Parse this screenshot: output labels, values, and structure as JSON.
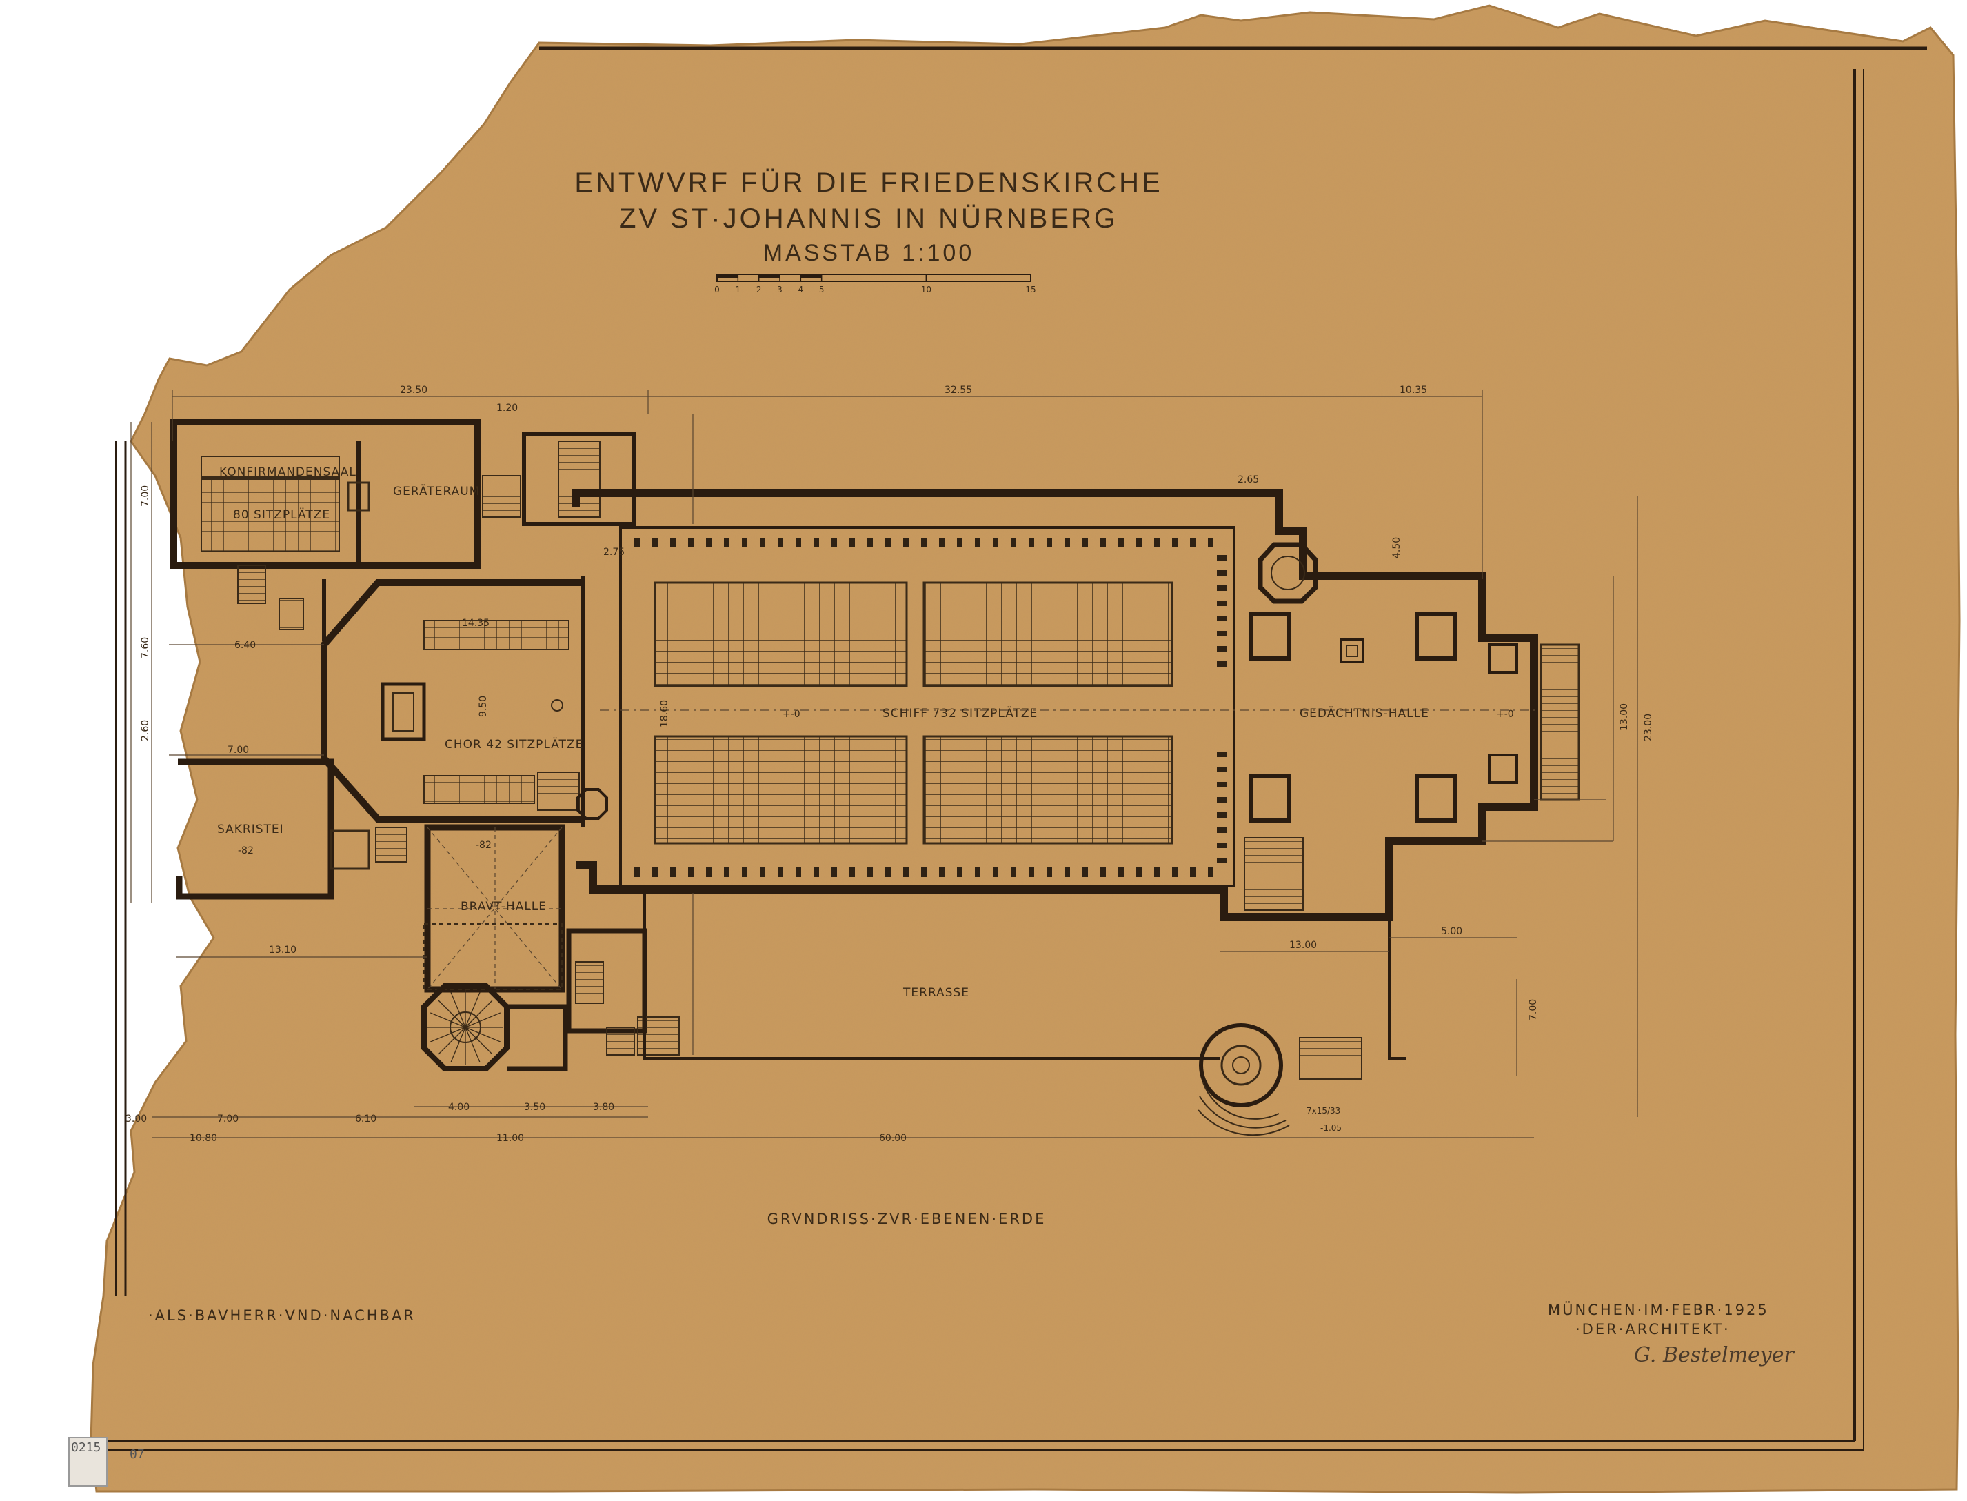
{
  "title": {
    "line1": "ENTWVRF FÜR DIE FRIEDENSKIRCHE",
    "line2": "ZV ST·JOHANNIS IN NÜRNBERG",
    "scale": "MASSTAB 1:100"
  },
  "scale_bar": {
    "ticks": [
      "0",
      "1",
      "2",
      "3",
      "4",
      "5",
      "10",
      "15"
    ],
    "tick_values": [
      0,
      1,
      2,
      3,
      4,
      5,
      10,
      15
    ]
  },
  "rooms": {
    "konfirmandensaal": "KONFIRMANDENSAAL",
    "konfirmandensaal_seats": "80 SITZPLÄTZE",
    "geraeteraum": "GERÄTERAUM",
    "chor": "CHOR 42 SITZPLÄTZE",
    "schiff": "SCHIFF 732 SITZPLÄTZE",
    "gedaechtnishalle": "GEDÄCHTNIS-HALLE",
    "sakristei": "SAKRISTEI",
    "brauthalle": "BRAVT-HALLE",
    "terrasse": "TERRASSE"
  },
  "dimensions": {
    "top_left": "23.50",
    "top_mid": "32.55",
    "top_right": "10.35",
    "d_120": "1.20",
    "d_265": "2.65",
    "d_450": "4.50",
    "d_275": "2.75",
    "d_1435": "14.35",
    "d_640": "6.40",
    "d_700": "7.00",
    "d_760": "7.60",
    "d_260": "2.60",
    "d_1310": "13.10",
    "d_1300": "13.00",
    "d_500": "5.00",
    "d_2300": "23.00",
    "d_400": "4.00",
    "d_350": "3.50",
    "d_380": "3.80",
    "d_300": "3.00",
    "d_610": "6.10",
    "d_1080": "10.80",
    "d_1100": "11.00",
    "d_6000": "60.00",
    "d_1860": "18.60",
    "d_950": "9.50",
    "level_0": "+-0",
    "level_82": "-82",
    "stairs_1": "7x15/33",
    "level_105": "-1.05"
  },
  "footer": {
    "caption": "GRVNDRISS·ZVR·EBENEN·ERDE",
    "left": "·ALS·BAVHERR·VND·NACHBAR",
    "place_date": "MÜNCHEN·IM·FEBR·1925",
    "architect": "·DER·ARCHITEKT·",
    "signature": "G. Bestelmeyer",
    "archive_no": "0215",
    "archive_sub": "07"
  },
  "colors": {
    "paper": "#c99a5e",
    "paper_edge": "#b8874c",
    "ink": "#3a2a18",
    "background": "#ffffff"
  }
}
